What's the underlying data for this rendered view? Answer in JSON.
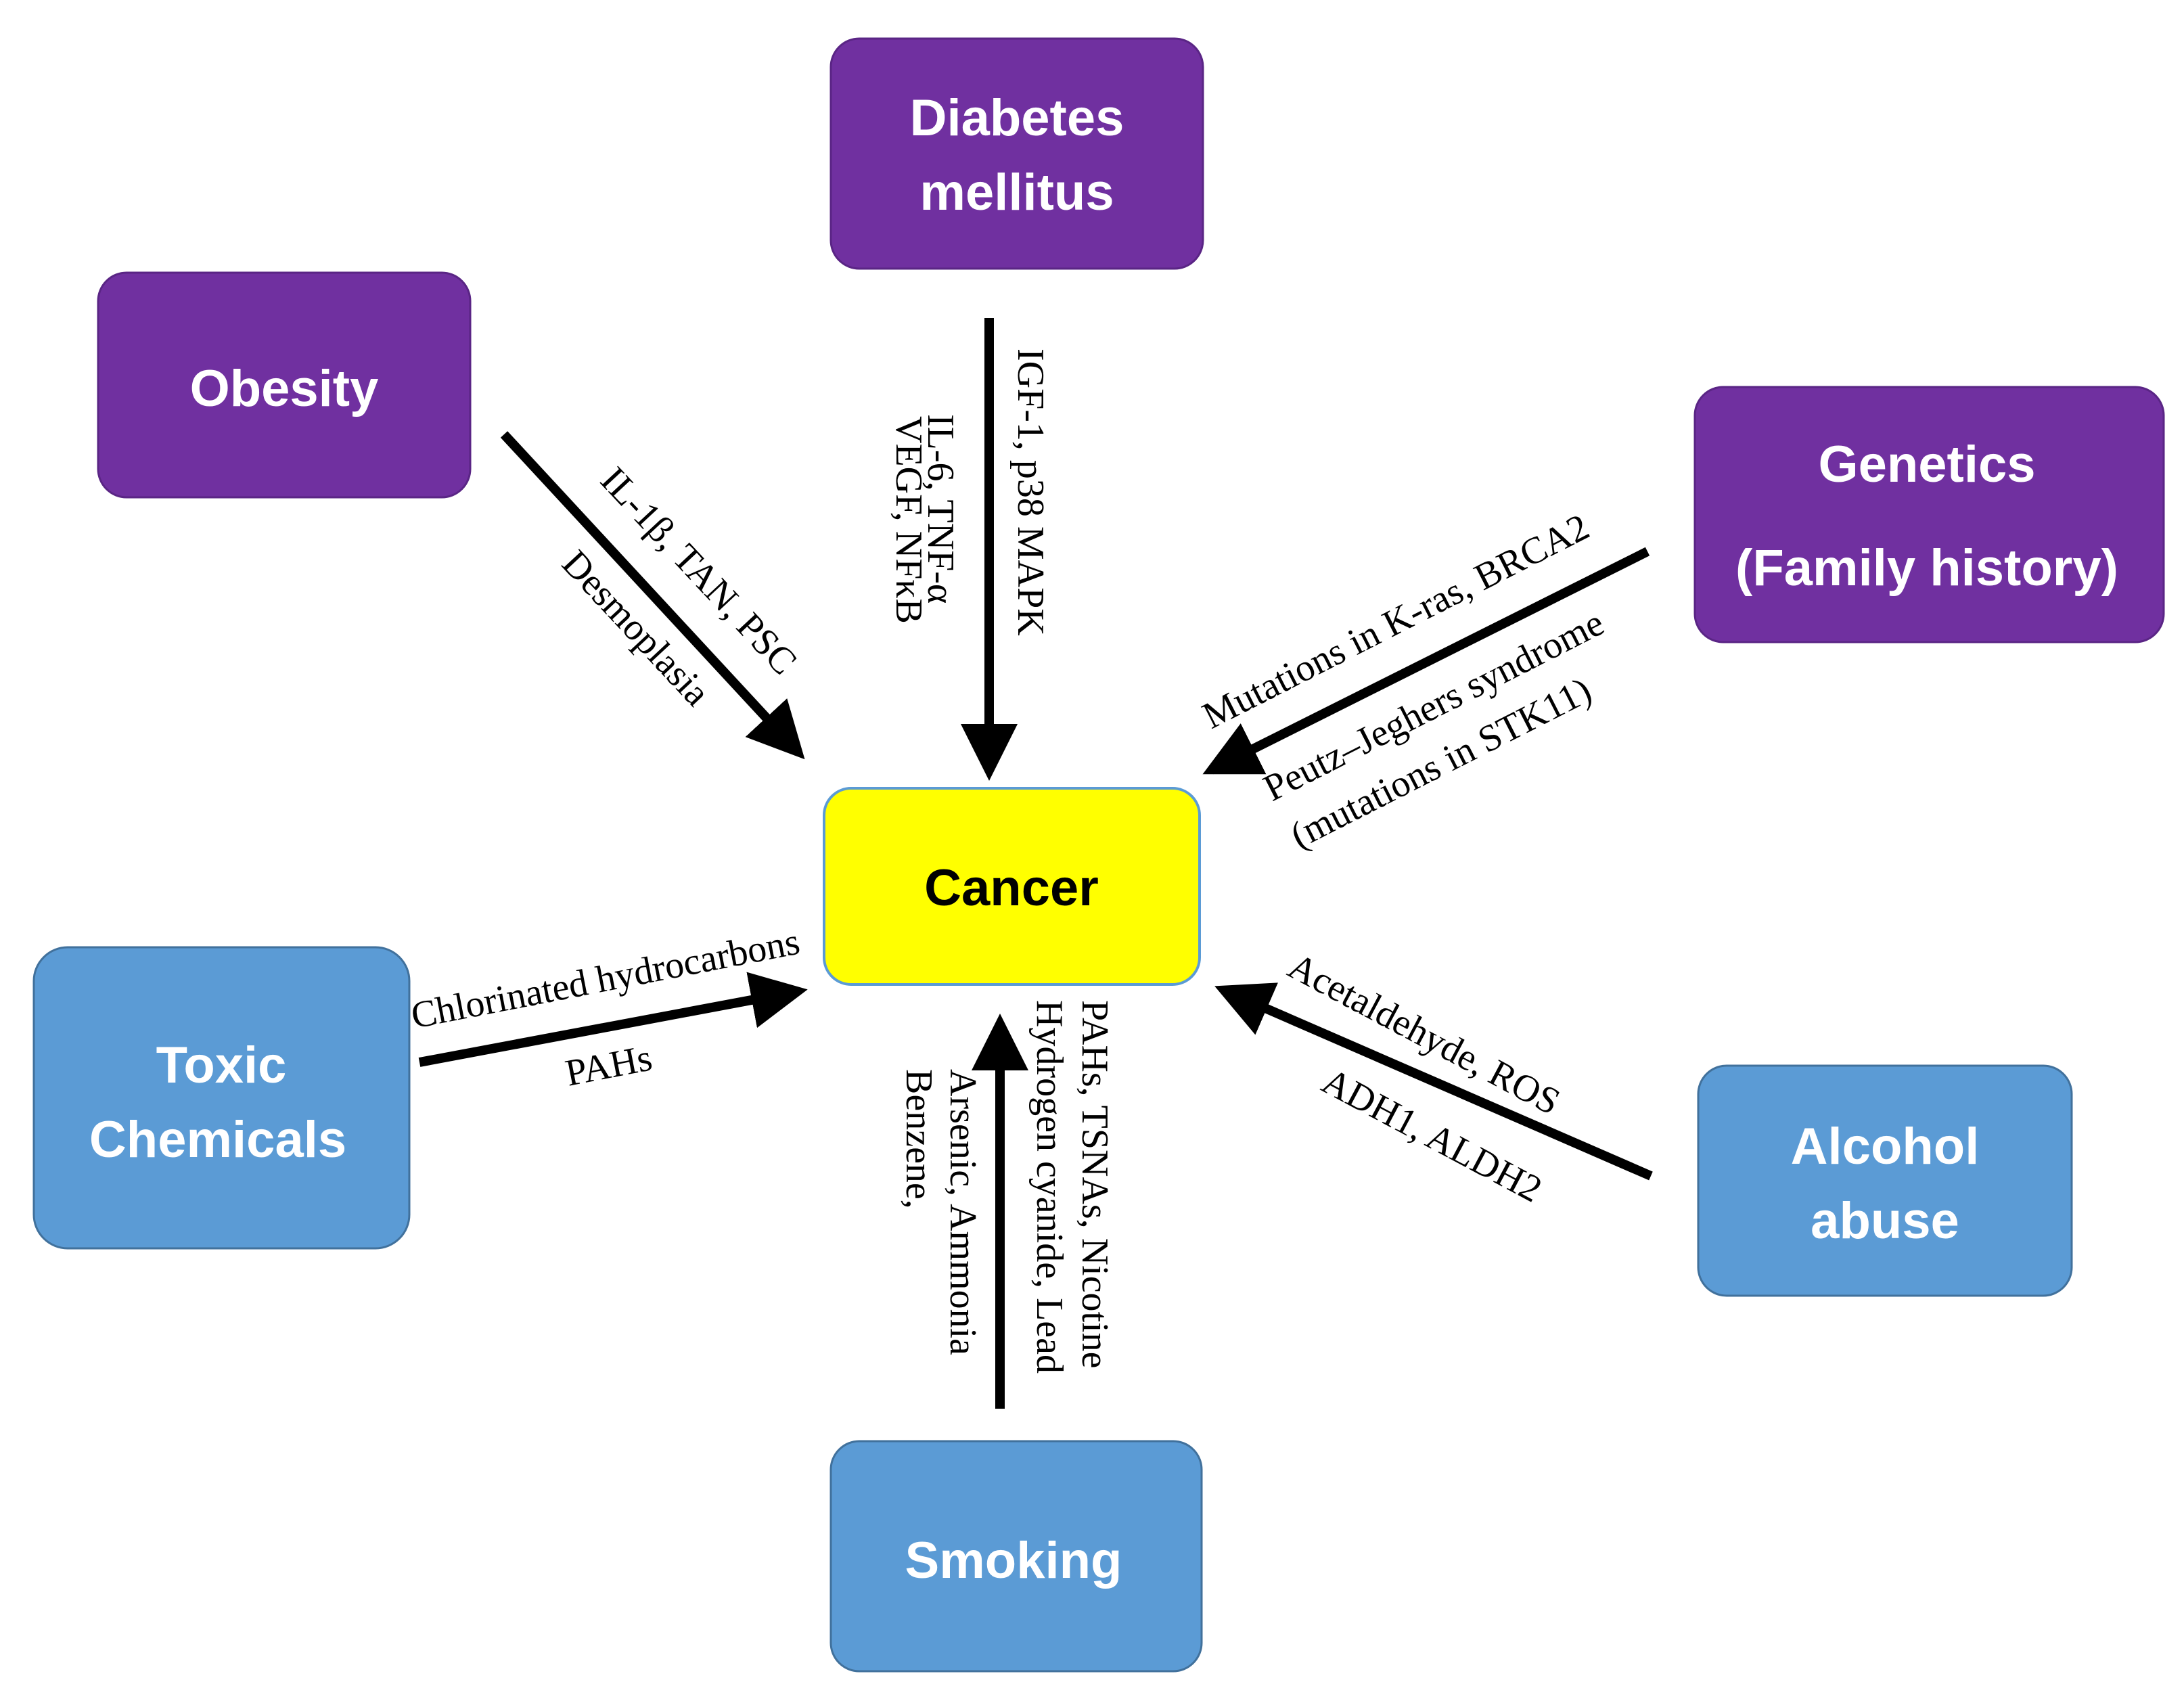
{
  "colors": {
    "purple": "#7030a0",
    "blue": "#5b9bd5",
    "center_fill": "#ffff00",
    "arrow": "#000000"
  },
  "center": {
    "label": "Cancer"
  },
  "factors": {
    "diabetes": {
      "line1": "Diabetes",
      "line2": "mellitus"
    },
    "obesity": {
      "label": "Obesity"
    },
    "genetics": {
      "line1": "Genetics",
      "line2": "(Family  history)"
    },
    "toxic": {
      "line1": "Toxic",
      "line2": "Chemicals"
    },
    "smoking": {
      "label": "Smoking"
    },
    "alcohol": {
      "line1": "Alcohol",
      "line2": "abuse"
    }
  },
  "mediators": {
    "diabetes": [
      "IGF-1, p38 MAPK",
      "IL-6, TNF-α",
      "VEGF, NFκB"
    ],
    "obesity": [
      "IL-1β, TAN, PSC",
      "Desmoplasia"
    ],
    "genetics": [
      "Mutations  in K-ras, BRCA2",
      "Peutz–Jeghers  syndrome",
      "(mutations  in STK11)"
    ],
    "toxic": [
      "Chlorinated  hydrocarbons",
      "PAHs"
    ],
    "smoking": [
      "PAHs, TSNAs, Nicotine",
      "Hydrogen  cyanide,  Lead",
      "Arsenic, Ammonia",
      "Benzene,"
    ],
    "alcohol": [
      "Acetaldehyde,  ROS",
      "ADH1, ALDH2"
    ]
  }
}
